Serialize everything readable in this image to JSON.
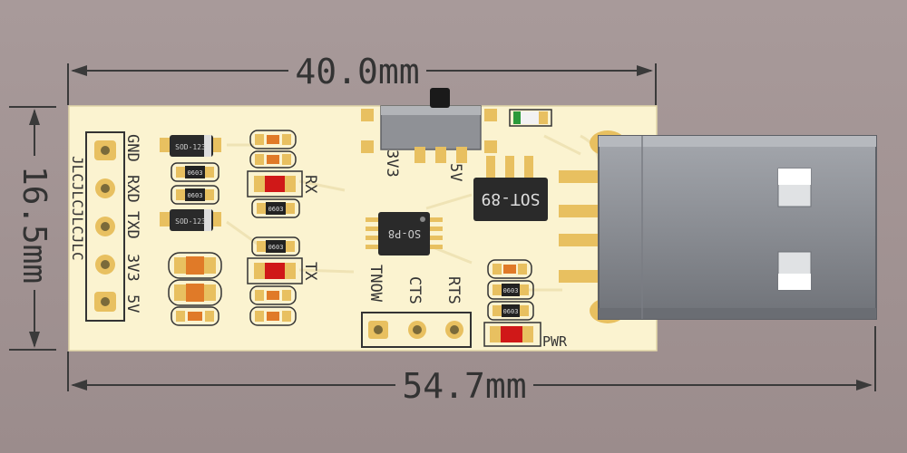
{
  "dimensions": {
    "top_width": "40.0mm",
    "height": "16.5mm",
    "bottom_width": "54.7mm"
  },
  "header_pins": {
    "labels": [
      "GND",
      "RXD",
      "TXD",
      "3V3",
      "5V"
    ],
    "side_text": "JLCJLCJLCJLC"
  },
  "switch_labels": {
    "left": "3V3",
    "right": "5V"
  },
  "regulator": {
    "label": "SOT-89"
  },
  "ic": {
    "label": "SO-P8"
  },
  "led_labels": {
    "rx": "RX",
    "tx": "TX",
    "pwr": "PWR"
  },
  "diode_labels": [
    "SOD-123",
    "SOD-123"
  ],
  "resistor_labels": [
    "0603",
    "0603",
    "0603",
    "0603",
    "0603",
    "0603"
  ],
  "bottom_pins": {
    "labels": [
      "TNOW",
      "CTS",
      "RTS"
    ]
  },
  "colors": {
    "pcb": "#fbf3d0",
    "pad_gold": "#e8c060",
    "led_red": "#d01818",
    "led_green": "#2a9a3a",
    "cap_orange": "#e07a28",
    "usb_metal": "#8d9097",
    "dimension_line": "#3a3a3a"
  }
}
